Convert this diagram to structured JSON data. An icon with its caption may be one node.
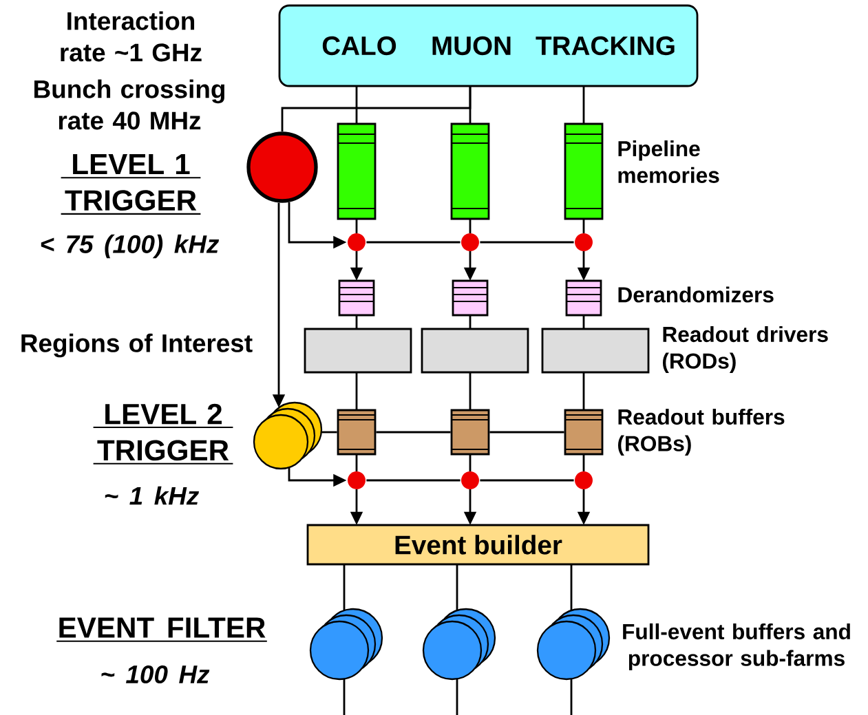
{
  "diagram": {
    "nodes": [
      {
        "text": [
          "CALO",
          "MUON",
          "TRACKING"
        ]
      },
      {
        "text": [],
        "shape": "bar"
      },
      {
        "text": [],
        "shape": "bar"
      },
      {
        "text": [],
        "shape": "bar"
      },
      {
        "text": [],
        "shape": "circle",
        "beside": [
          "LEVEL 1 TRIGGER",
          "< 75 (100) kHz"
        ]
      },
      {
        "text": [],
        "shape": "circle"
      },
      {
        "text": [],
        "shape": "circle"
      },
      {
        "text": [],
        "shape": "circle"
      },
      {
        "text": [],
        "shape": "box"
      },
      {
        "text": [],
        "shape": "box"
      },
      {
        "text": [],
        "shape": "box"
      },
      {
        "text": [],
        "shape": "box"
      },
      {
        "text": [],
        "shape": "box"
      },
      {
        "text": [],
        "shape": "box"
      },
      {
        "text": [],
        "shape": "circle",
        "beside": [
          "LEVEL 2 TRIGGER",
          "~ 1 kHz"
        ]
      },
      {
        "text": [],
        "shape": "box"
      },
      {
        "text": [],
        "shape": "box"
      },
      {
        "text": [],
        "shape": "box"
      },
      {
        "text": [],
        "shape": "circle"
      },
      {
        "text": [],
        "shape": "circle"
      },
      {
        "text": [],
        "shape": "circle"
      },
      {
        "text": [
          "Event builder"
        ]
      },
      {
        "text": [],
        "shape": "circle"
      },
      {
        "text": [],
        "shape": "circle"
      },
      {
        "text": [],
        "shape": "circle"
      }
    ],
    "edges": [
      {
        "from": 0,
        "to": 1,
        "arrow": "none"
      },
      {
        "from": 0,
        "to": 2,
        "arrow": "none"
      },
      {
        "from": 0,
        "to": 3,
        "arrow": "none"
      },
      {
        "from": 0,
        "to": 4,
        "arrow": "none"
      },
      {
        "from": 1,
        "to": 5,
        "arrow": "none"
      },
      {
        "from": 2,
        "to": 6,
        "arrow": "none"
      },
      {
        "from": 3,
        "to": 7,
        "arrow": "none"
      },
      {
        "from": 4,
        "to": 5,
        "arrow": "to"
      },
      {
        "from": 5,
        "to": 6,
        "arrow": "none"
      },
      {
        "from": 6,
        "to": 7,
        "arrow": "none"
      },
      {
        "from": 5,
        "to": 8,
        "arrow": "to"
      },
      {
        "from": 6,
        "to": 9,
        "arrow": "to"
      },
      {
        "from": 7,
        "to": 10,
        "arrow": "to"
      },
      {
        "from": 8,
        "to": 11,
        "arrow": "none"
      },
      {
        "from": 9,
        "to": 12,
        "arrow": "none"
      },
      {
        "from": 10,
        "to": 13,
        "arrow": "none"
      },
      {
        "from": 4,
        "to": 14,
        "arrow": "to"
      },
      {
        "from": 11,
        "to": 15,
        "arrow": "none"
      },
      {
        "from": 12,
        "to": 16,
        "arrow": "none"
      },
      {
        "from": 13,
        "to": 17,
        "arrow": "none"
      },
      {
        "from": 14,
        "to": 15,
        "arrow": "none"
      },
      {
        "from": 15,
        "to": 16,
        "arrow": "none"
      },
      {
        "from": 16,
        "to": 17,
        "arrow": "none"
      },
      {
        "from": 14,
        "to": 18,
        "arrow": "to"
      },
      {
        "from": 18,
        "to": 19,
        "arrow": "none"
      },
      {
        "from": 19,
        "to": 20,
        "arrow": "none"
      },
      {
        "from": 15,
        "to": 18,
        "arrow": "none"
      },
      {
        "from": 16,
        "to": 19,
        "arrow": "none"
      },
      {
        "from": 17,
        "to": 20,
        "arrow": "none"
      },
      {
        "from": 18,
        "to": 21,
        "arrow": "to"
      },
      {
        "from": 19,
        "to": 21,
        "arrow": "to"
      },
      {
        "from": 20,
        "to": 21,
        "arrow": "to"
      },
      {
        "from": 21,
        "to": 22,
        "arrow": "none"
      },
      {
        "from": 21,
        "to": 23,
        "arrow": "none"
      },
      {
        "from": 21,
        "to": 24,
        "arrow": "none"
      },
      {
        "from": 22,
        "to": null,
        "arrow": "none"
      },
      {
        "from": 23,
        "to": null,
        "arrow": "none"
      },
      {
        "from": 24,
        "to": null,
        "arrow": "none"
      }
    ],
    "labels": [
      "Interaction rate ~1 GHz",
      "Bunch crossing rate 40 MHz",
      "Pipeline memories",
      "Derandomizers",
      "Regions of Interest",
      "Readout drivers (RODs)",
      "Readout buffers (ROBs)",
      "EVENT FILTER",
      "Full-event buffers and processor sub-farms",
      "~ 100 Hz"
    ]
  }
}
